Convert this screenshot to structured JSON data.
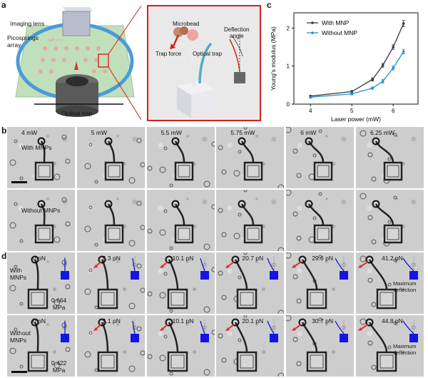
{
  "panels": {
    "a": "a",
    "b": "b",
    "c": "c",
    "d": "d"
  },
  "panel_a": {
    "imaging_lens": "Imaging lens",
    "picosprings_array": "Picosprings\narray",
    "optical_trap": "Optical trap",
    "zoom": {
      "microbead": "Microbead",
      "trap_force": "Trap force",
      "optical_trap": "Optical trap",
      "deflection_angle": "Deflection\nangle"
    }
  },
  "panel_b": {
    "laser_powers": [
      "4 mW",
      "5 mW",
      "5.5 mW",
      "5.75 mW",
      "6 mW",
      "6.25 mW"
    ],
    "row_top_label": "With MNPs",
    "row_bottom_label": "Without MNPs"
  },
  "panel_d": {
    "top_forces": [
      "0 pN",
      "5.3 pN",
      "10.1 pN",
      "20.7 pN",
      "29.6 pN",
      "41.2 pN"
    ],
    "bottom_forces": [
      "0 pN",
      "5.1 pN",
      "10.1 pN",
      "20.1 pN",
      "30.7 pN",
      "44.8 pN"
    ],
    "row_top_label": "With\nMNPs",
    "row_bottom_label": "Without\nMNPs",
    "top_modulus": "0.664\nMPa",
    "bottom_modulus": "0.422\nMPa",
    "max_deflection": "Maximum\ndeflection"
  },
  "colors": {
    "with_mnp": "#3a3a3a",
    "without_mnp": "#1f8fd6",
    "trap_red": "#e03030",
    "sensor_blue": "#1515e0"
  },
  "chart_data": {
    "type": "line",
    "xlabel": "Laser power (mW)",
    "ylabel": "Young's modulus (MPa)",
    "xlim": [
      3.6,
      6.6
    ],
    "ylim": [
      0,
      2.4
    ],
    "xticks": [
      4,
      5,
      6
    ],
    "yticks": [
      0,
      1,
      2
    ],
    "legend_position": "top-left",
    "series": [
      {
        "name": "With MNP",
        "color": "#3a3a3a",
        "x": [
          4,
          5,
          5.5,
          5.75,
          6,
          6.25
        ],
        "values": [
          0.21,
          0.33,
          0.65,
          1.02,
          1.5,
          2.12
        ],
        "errors": [
          0.02,
          0.03,
          0.04,
          0.05,
          0.06,
          0.08
        ]
      },
      {
        "name": "Without MNP",
        "color": "#1f8fd6",
        "x": [
          4,
          5,
          5.5,
          5.75,
          6,
          6.25
        ],
        "values": [
          0.18,
          0.27,
          0.42,
          0.6,
          0.95,
          1.38
        ],
        "errors": [
          0.02,
          0.03,
          0.03,
          0.05,
          0.05,
          0.06
        ]
      }
    ]
  }
}
